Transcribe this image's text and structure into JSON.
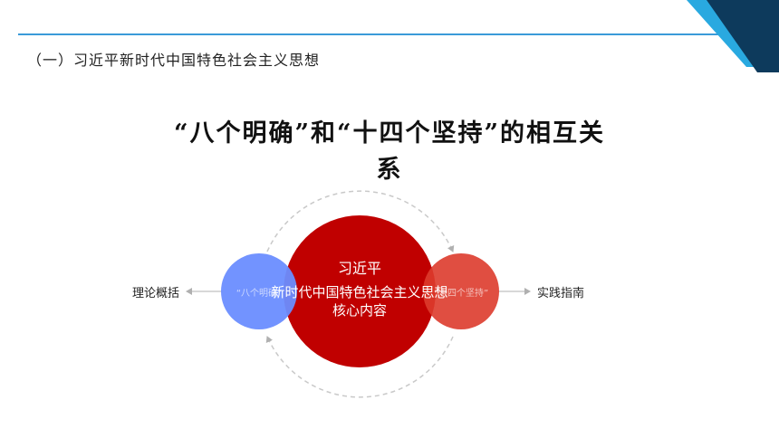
{
  "section_heading": "（一）习近平新时代中国特色社会主义思想",
  "title_line1": "“八个明确”和“十四个坚持”的相互关",
  "title_line2": "系",
  "diagram": {
    "center_title": "习近平",
    "center_body_line1": "新时代中国特色社会主义思想",
    "center_body_line2": "核心内容",
    "left_circle_label": "“八个明确”",
    "right_circle_label": "“十四个坚持”",
    "left_side_label": "理论概括",
    "right_side_label": "实践指南"
  },
  "colors": {
    "accent_line": "#3a9ad9",
    "corner_dark": "#0d3a5c",
    "corner_light": "#29a9e0",
    "center_circle": "#c00000",
    "left_circle": "#6a8dff",
    "right_circle": "#dd3b2c",
    "dashed_ring": "#c9c9c9"
  }
}
